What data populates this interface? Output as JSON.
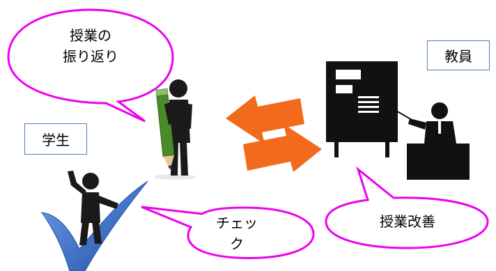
{
  "labels": {
    "student": "学生",
    "teacher": "教員"
  },
  "bubbles": {
    "reflection": "授業の\n振り返り",
    "check": "チェッ\nク",
    "improvement": "授業改善"
  },
  "colors": {
    "bubble_border": "#ee00ee",
    "arrow": "#f26a1b",
    "label_border": "#4a7ebb",
    "figure": "#1a1a1a",
    "pencil": "#4a8a2a",
    "checkmark": "#2f66c8"
  }
}
